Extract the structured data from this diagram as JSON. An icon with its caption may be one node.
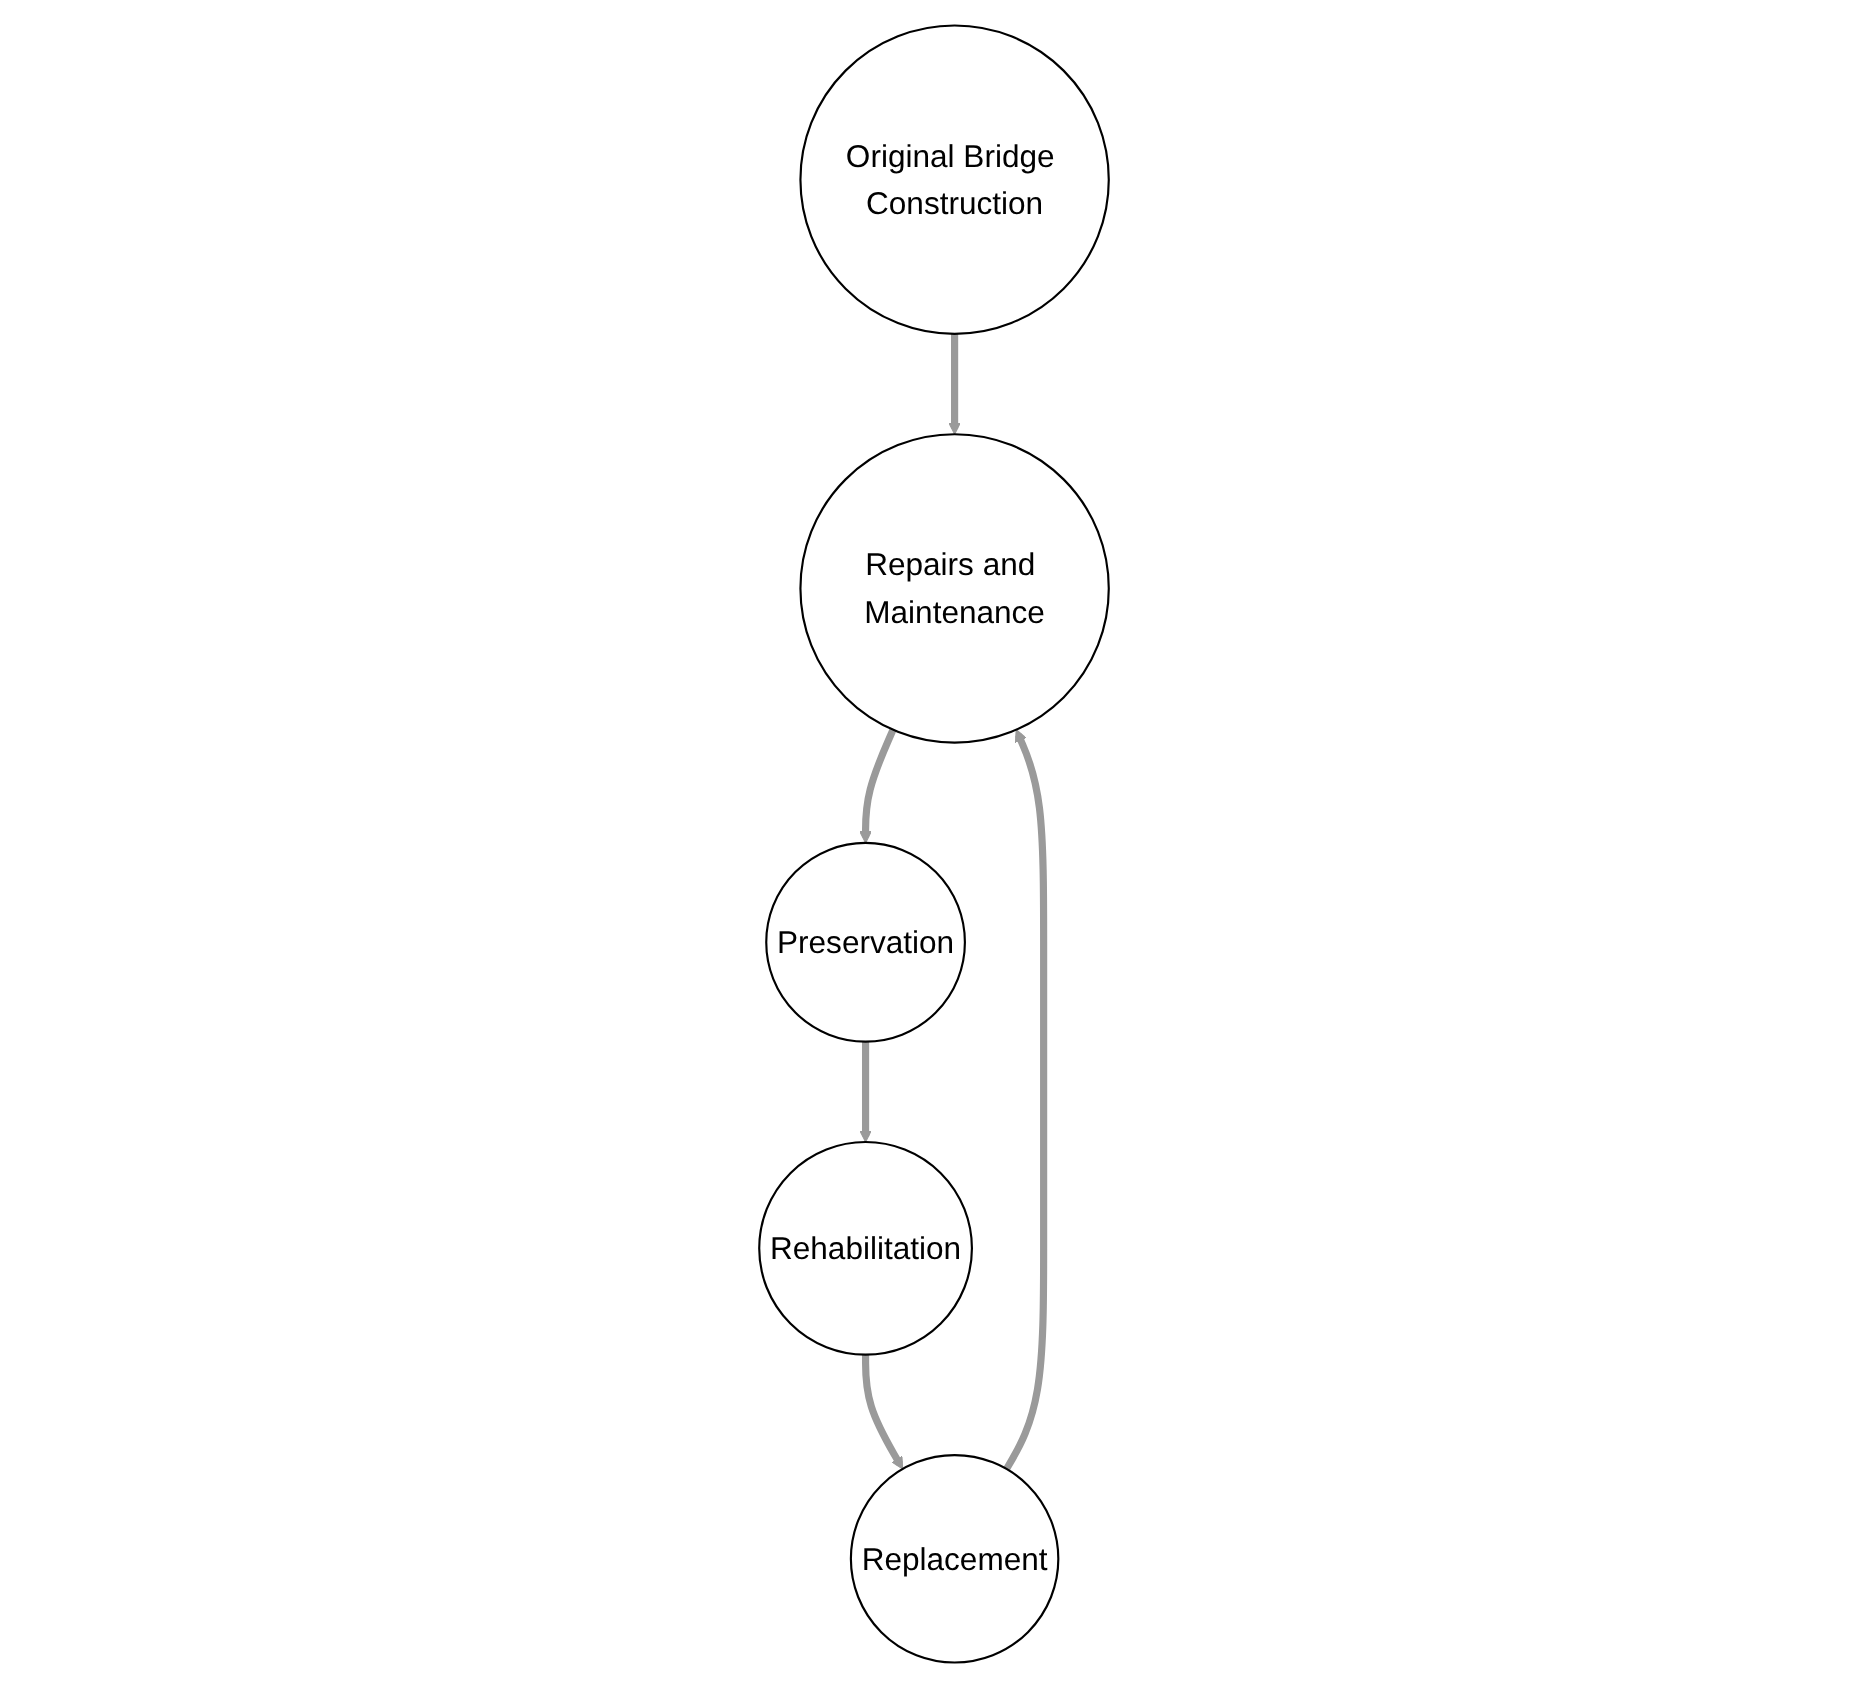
{
  "diagram": {
    "nodes": [
      {
        "text": [
          "Original Bridge Construction"
        ]
      },
      {
        "text": [
          "Repairs and Maintenance"
        ]
      },
      {
        "text": [
          "Preservation"
        ]
      },
      {
        "text": [
          "Rehabilitation"
        ]
      },
      {
        "text": [
          "Replacement"
        ]
      }
    ],
    "edges": [
      {
        "from": 0,
        "to": 1,
        "arrow": "to"
      },
      {
        "from": 1,
        "to": 2,
        "arrow": "to"
      },
      {
        "from": 2,
        "to": 3,
        "arrow": "to"
      },
      {
        "from": 3,
        "to": 4,
        "arrow": "to"
      },
      {
        "from": 4,
        "to": 1,
        "arrow": "to"
      }
    ]
  }
}
